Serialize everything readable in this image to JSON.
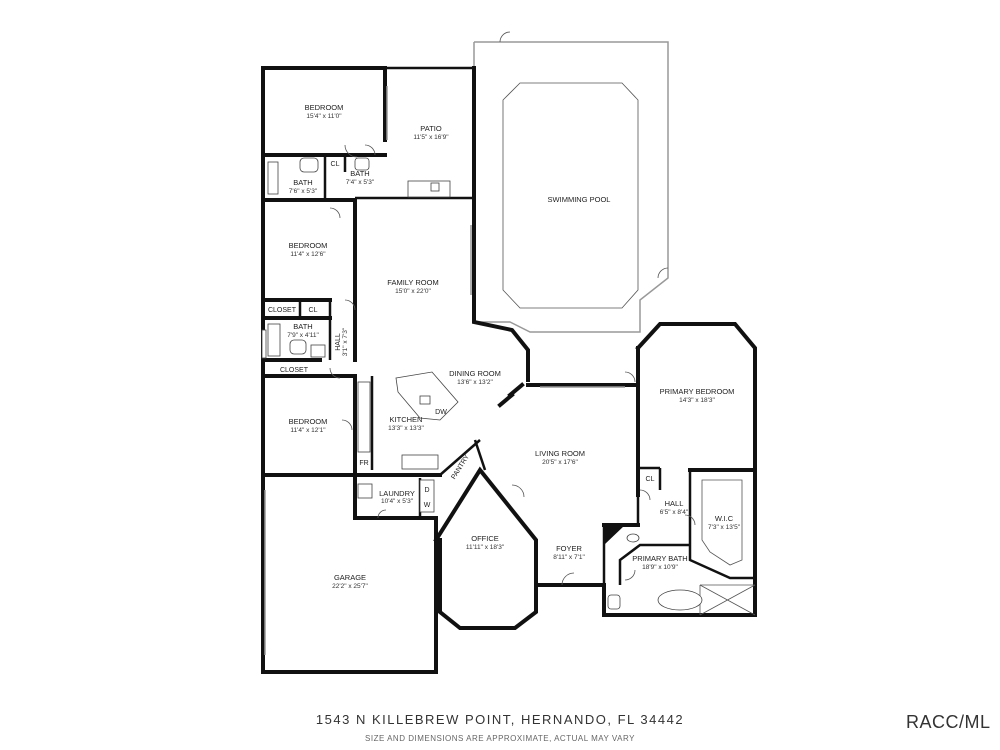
{
  "rooms": {
    "bedroom_top": {
      "name": "BEDROOM",
      "dim": "15'4\" x 11'0\""
    },
    "patio": {
      "name": "PATIO",
      "dim": "11'5\" x 16'9\""
    },
    "pool": {
      "name": "SWIMMING POOL"
    },
    "bath_1": {
      "name": "BATH",
      "dim": "7'6\" x 5'3\""
    },
    "bath_2": {
      "name": "BATH",
      "dim": "7'4\" x 5'3\""
    },
    "cl_1": {
      "name": "CL"
    },
    "bedroom_mid": {
      "name": "BEDROOM",
      "dim": "11'4\" x 12'6\""
    },
    "family_room": {
      "name": "FAMILY ROOM",
      "dim": "15'0\" x 22'0\""
    },
    "closet_1": {
      "name": "CLOSET"
    },
    "cl_2": {
      "name": "CL"
    },
    "bath_3": {
      "name": "BATH",
      "dim": "7'9\" x 4'11\""
    },
    "hall_1": {
      "name": "HALL",
      "dim": "3'1\" x 7'3\""
    },
    "closet_2": {
      "name": "CLOSET"
    },
    "dining_room": {
      "name": "DINING ROOM",
      "dim": "13'6\" x 13'2\""
    },
    "dw": {
      "name": "DW"
    },
    "kitchen": {
      "name": "KITCHEN",
      "dim": "13'3\" x 13'3\""
    },
    "bedroom_low": {
      "name": "BEDROOM",
      "dim": "11'4\" x 12'1\""
    },
    "fr": {
      "name": "FR"
    },
    "pantry": {
      "name": "PANTRY"
    },
    "laundry": {
      "name": "LAUNDRY",
      "dim": "10'4\" x 5'3\""
    },
    "d": {
      "name": "D"
    },
    "w": {
      "name": "W"
    },
    "living_room": {
      "name": "LIVING ROOM",
      "dim": "20'5\" x 17'6\""
    },
    "primary_bedroom": {
      "name": "PRIMARY BEDROOM",
      "dim": "14'3\" x 18'3\""
    },
    "cl_3": {
      "name": "CL"
    },
    "hall_2": {
      "name": "HALL",
      "dim": "6'5\" x 8'4\""
    },
    "wic": {
      "name": "W.I.C",
      "dim": "7'3\" x 13'5\""
    },
    "office": {
      "name": "OFFICE",
      "dim": "11'11\" x 18'3\""
    },
    "foyer": {
      "name": "FOYER",
      "dim": "8'11\" x 7'1\""
    },
    "primary_bath": {
      "name": "PRIMARY BATH",
      "dim": "18'9\" x 10'9\""
    },
    "garage": {
      "name": "GARAGE",
      "dim": "22'2\" x 25'7\""
    }
  },
  "footer": {
    "address": "1543 N KILLEBREW POINT, HERNANDO, FL 34442",
    "disclaimer": "SIZE AND DIMENSIONS ARE APPROXIMATE, ACTUAL MAY VARY",
    "brand": "RACC/ML"
  },
  "colors": {
    "wall": "#111111",
    "glass": "#999999"
  }
}
